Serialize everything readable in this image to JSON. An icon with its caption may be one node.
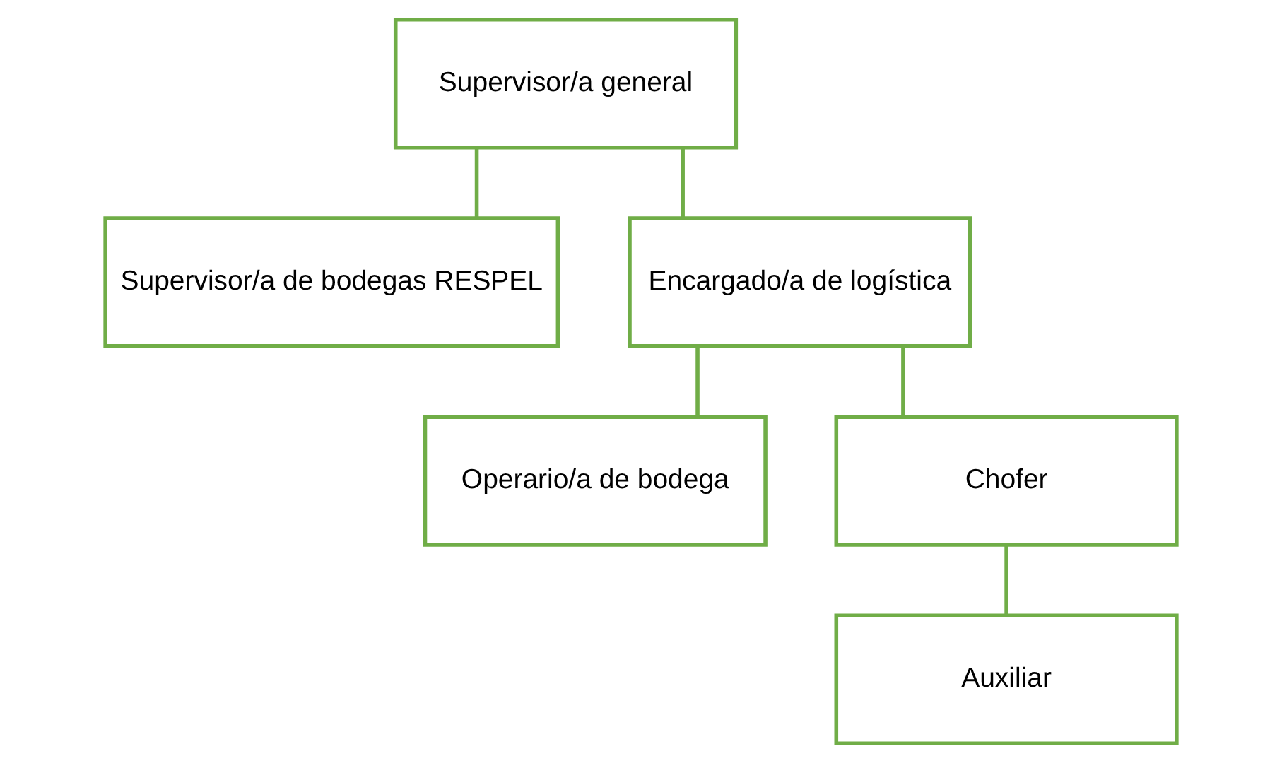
{
  "diagram": {
    "nodes": [
      {
        "text": [
          "Supervisor/a general"
        ]
      },
      {
        "text": [
          "Supervisor/a de bodegas RESPEL"
        ]
      },
      {
        "text": [
          "Encargado/a de logística"
        ]
      },
      {
        "text": [
          "Operario/a de bodega"
        ]
      },
      {
        "text": [
          "Chofer"
        ]
      },
      {
        "text": [
          "Auxiliar"
        ]
      }
    ],
    "edges": [
      {
        "from": 0,
        "to": 1,
        "arrow": "none"
      },
      {
        "from": 0,
        "to": 2,
        "arrow": "none"
      },
      {
        "from": 2,
        "to": 3,
        "arrow": "none"
      },
      {
        "from": 2,
        "to": 4,
        "arrow": "none"
      },
      {
        "from": 4,
        "to": 5,
        "arrow": "none"
      }
    ]
  }
}
